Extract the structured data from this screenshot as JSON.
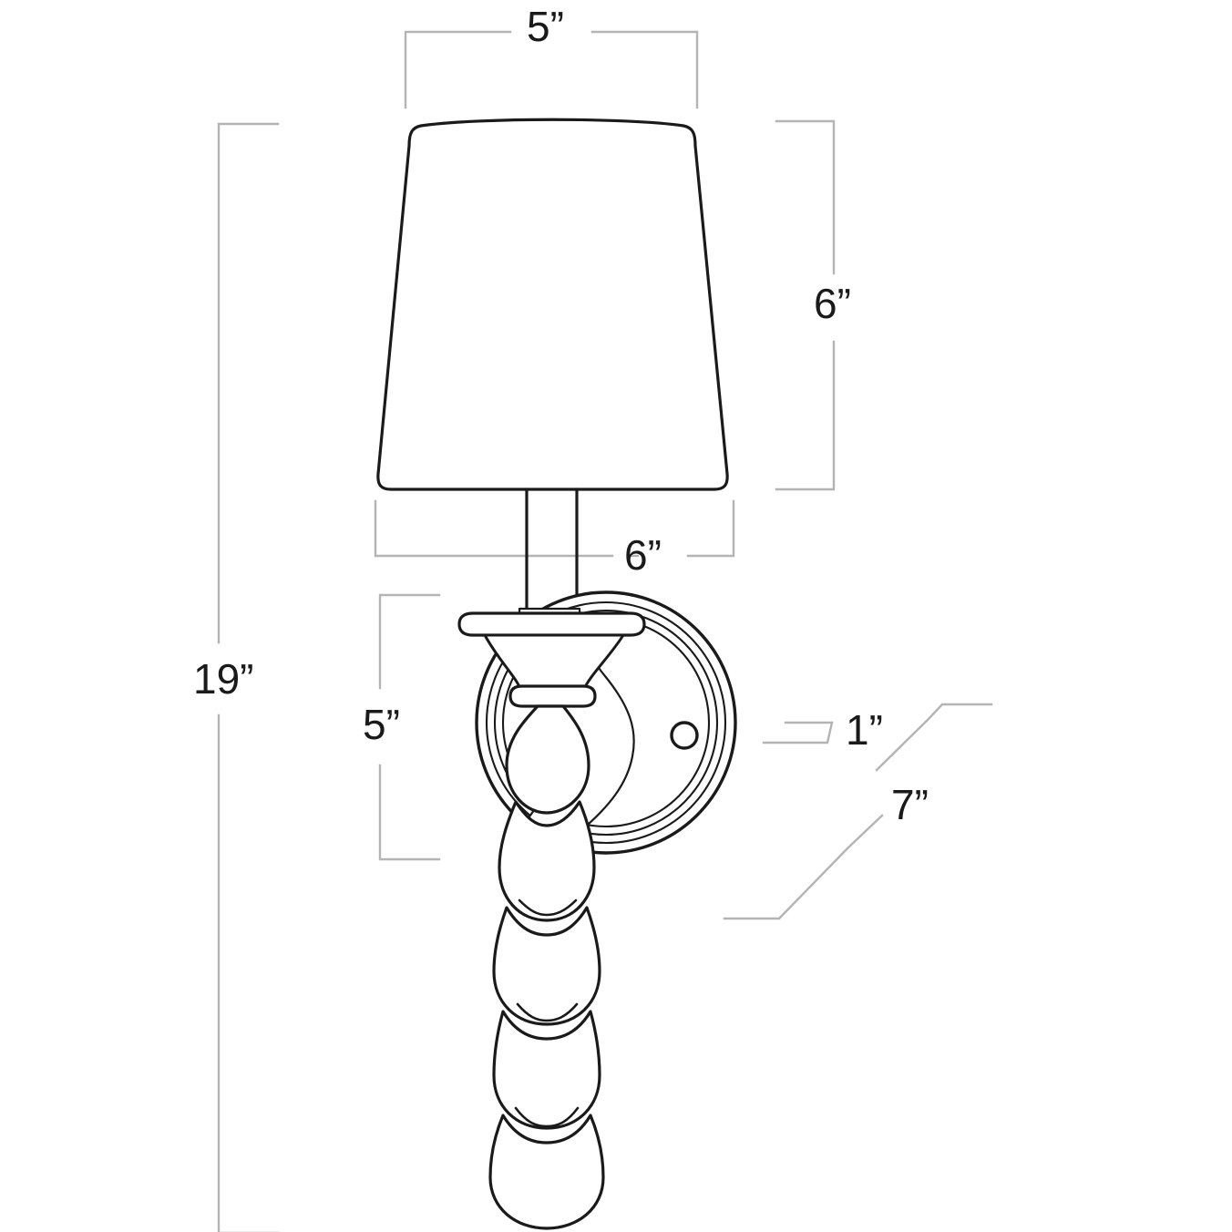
{
  "drawing": {
    "title": "Wall Sconce Dimension Drawing",
    "subject": "wall-sconce",
    "units": "inches",
    "unit_symbol": "”",
    "background_color": "#ffffff",
    "outline_color": "#1a1a1a",
    "dimension_line_color": "#b0b0b0",
    "label_color": "#1a1a1a"
  },
  "dimensions": {
    "shade_top_width": {
      "label": "5”",
      "value": 5,
      "name": "shade-top-width",
      "orientation": "horizontal",
      "placement": "top"
    },
    "shade_height": {
      "label": "6”",
      "value": 6,
      "name": "shade-height",
      "orientation": "vertical",
      "placement": "right"
    },
    "shade_bottom_width": {
      "label": "6”",
      "value": 6,
      "name": "shade-bottom-width",
      "orientation": "horizontal",
      "placement": "middle"
    },
    "overall_height": {
      "label": "19”",
      "value": 19,
      "name": "overall-height",
      "orientation": "vertical",
      "placement": "left"
    },
    "backplate_drop": {
      "label": "5”",
      "value": 5,
      "name": "backplate-drop",
      "orientation": "vertical",
      "placement": "inner-left"
    },
    "backplate_depth": {
      "label": "1”",
      "value": 1,
      "name": "backplate-depth",
      "orientation": "leader",
      "placement": "right"
    },
    "projection": {
      "label": "7”",
      "value": 7,
      "name": "projection",
      "orientation": "diagonal",
      "placement": "lower-right"
    }
  },
  "parts": [
    {
      "name": "lamp-shade",
      "description": "tapered drum shade"
    },
    {
      "name": "stem",
      "description": "vertical stem rod"
    },
    {
      "name": "bobeche",
      "description": "flared drip plate"
    },
    {
      "name": "backplate",
      "description": "round wall backplate with concentric rings"
    },
    {
      "name": "screw-hole",
      "description": "mounting screw hole"
    },
    {
      "name": "beaded-column",
      "description": "bobbin beaded column body"
    }
  ]
}
